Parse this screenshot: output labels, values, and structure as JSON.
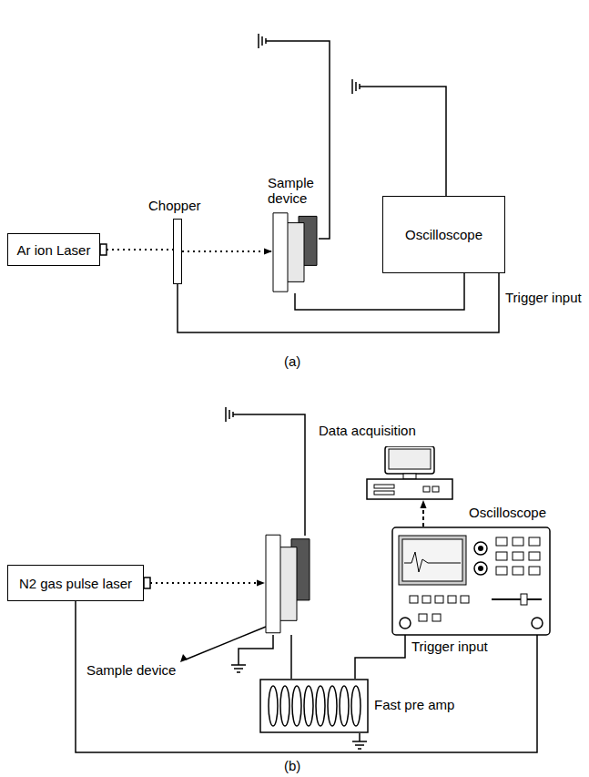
{
  "diagram": {
    "nodes": [
      {
        "text": [
          "Ar ion Laser"
        ]
      },
      {
        "text": [
          "Chopper"
        ]
      },
      {
        "text": [
          "Sample device"
        ]
      },
      {
        "text": [
          "Oscilloscope"
        ]
      },
      {
        "text": [
          "Data acquisition"
        ]
      },
      {
        "text": [
          "Oscilloscope"
        ]
      },
      {
        "text": [
          "N2 gas pulse laser"
        ]
      },
      {
        "text": [
          "Sample device"
        ]
      },
      {
        "text": [
          "Fast pre amp"
        ]
      }
    ],
    "edges": [
      {
        "from": 0,
        "to": 1,
        "arrow": "none"
      },
      {
        "from": 1,
        "to": 2,
        "arrow": "to"
      },
      {
        "from": 2,
        "to": 3,
        "arrow": "none"
      },
      {
        "from": 1,
        "to": 3,
        "arrow": "none"
      },
      {
        "from": 6,
        "to": 7,
        "arrow": "to"
      },
      {
        "from": 7,
        "to": 8,
        "arrow": "none"
      },
      {
        "from": 8,
        "to": 5,
        "arrow": "none"
      },
      {
        "from": 5,
        "to": 4,
        "arrow": "to"
      },
      {
        "from": 6,
        "to": 5,
        "arrow": "none"
      }
    ],
    "labels": [
      "Trigger input",
      "(a)",
      "Trigger input",
      "(b)"
    ]
  }
}
